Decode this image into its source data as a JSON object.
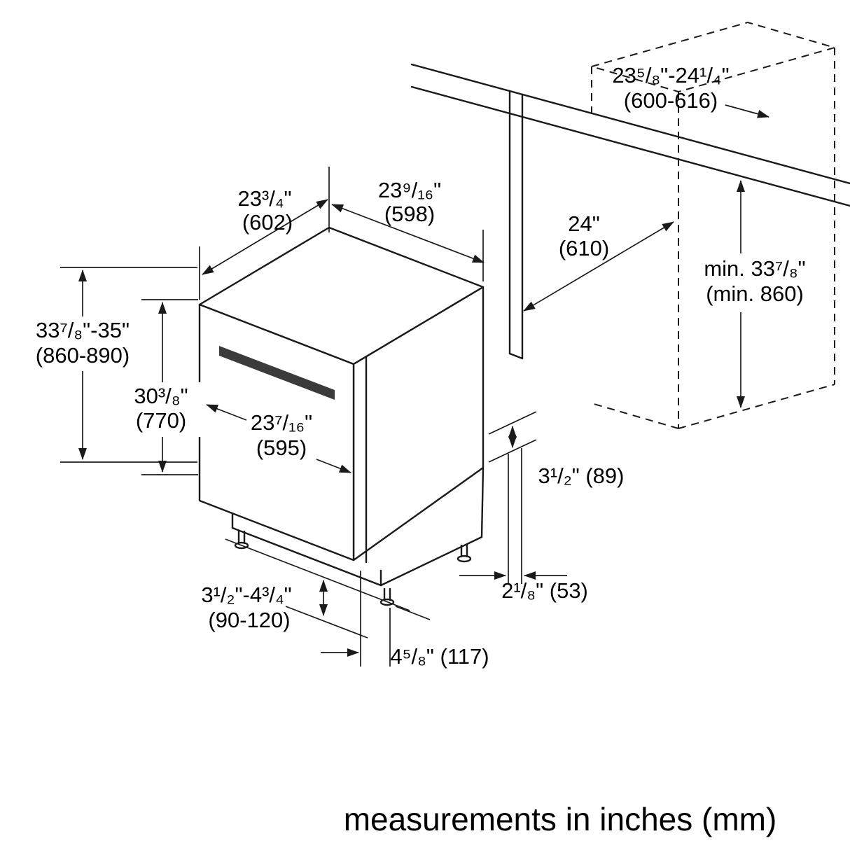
{
  "diagram": {
    "caption": "measurements in inches (mm)",
    "colors": {
      "line": "#1a1a1a",
      "handle": "#3b3b3b",
      "background": "#ffffff"
    },
    "dimensions": {
      "top_width": {
        "inches": "23³/₄\"",
        "mm": "(602)"
      },
      "top_depth": {
        "inches": "23⁹/₁₆\"",
        "mm": "(598)"
      },
      "cabinet_depth": {
        "inches": "23⁵/₈\"-24¹/₄\"",
        "mm": "(600-616)"
      },
      "opening_width": {
        "inches": "24\"",
        "mm": "(610)"
      },
      "cabinet_height": {
        "inches": "min. 33⁷/₈\"",
        "mm": "(min. 860)"
      },
      "niche_height": {
        "inches": "33⁷/₈\"-35\"",
        "mm": "(860-890)"
      },
      "appliance_height": {
        "inches": "30³/₈\"",
        "mm": "(770)"
      },
      "door_width": {
        "inches": "23⁷/₁₆\"",
        "mm": "(595)"
      },
      "toe_kick_height": {
        "label": "3¹/₂\" (89)"
      },
      "rear_offset": {
        "label": "2¹/₈\" (53)"
      },
      "leg_height_range": {
        "inches": "3¹/₂\"-4³/₄\"",
        "mm": "(90-120)"
      },
      "foot_setback": {
        "label": "4⁵/₈\" (117)"
      }
    }
  }
}
